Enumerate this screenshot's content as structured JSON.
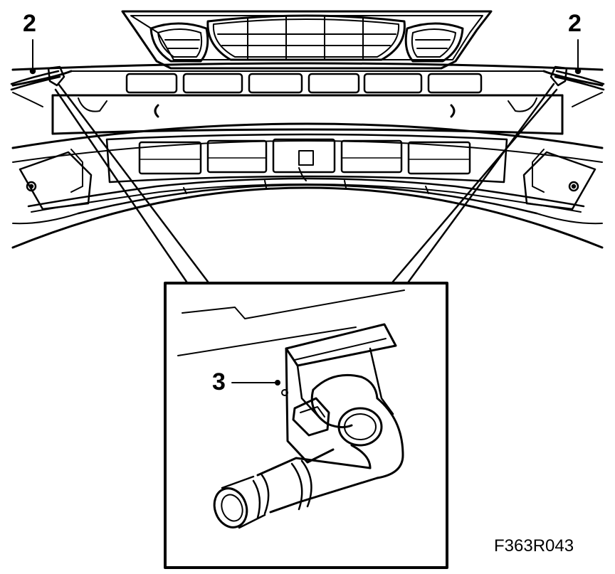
{
  "diagram": {
    "callouts": {
      "left_label": "2",
      "right_label": "2",
      "detail_label": "3"
    },
    "figure_code": "F363R043"
  }
}
